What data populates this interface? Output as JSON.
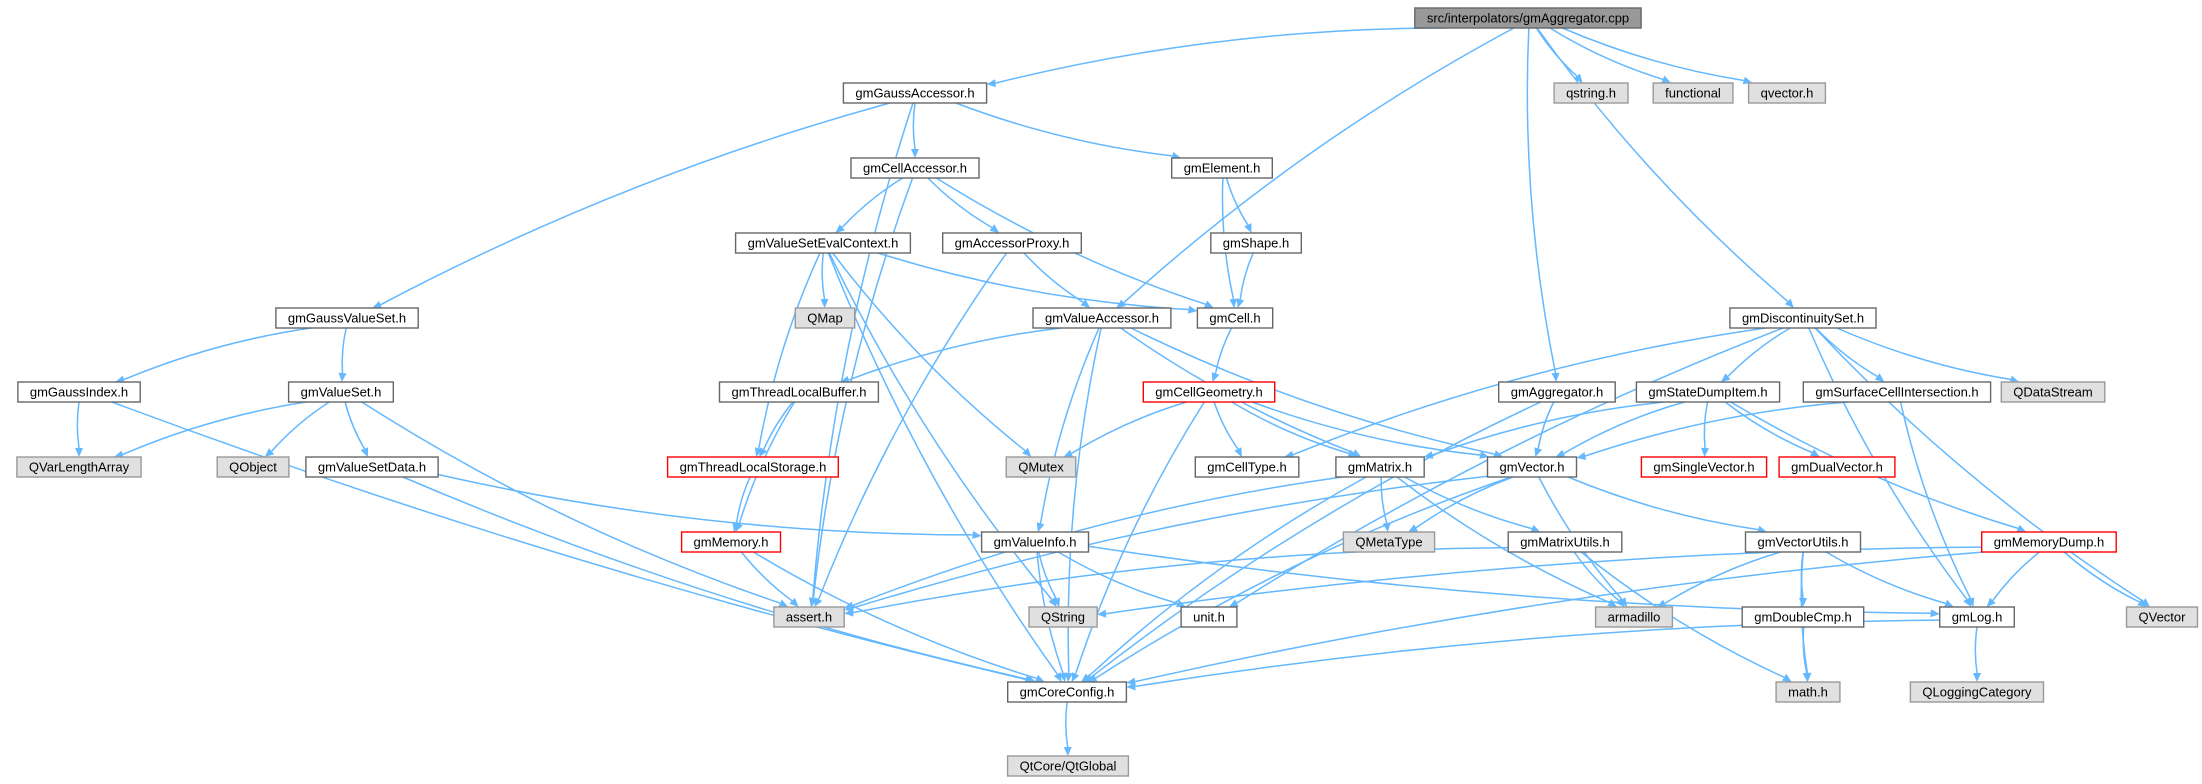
{
  "graph": {
    "kind": "include-dependency-graph",
    "colors": {
      "edge": "#63b8ff",
      "node_fill": "#ffffff",
      "node_border": "#666666",
      "root_fill": "#999999",
      "root_border": "#666666",
      "external_fill": "#e0e0e0",
      "external_border": "#999999",
      "truncated_border": "#ff0000"
    },
    "nodes": [
      {
        "id": "root",
        "label": "src/interpolators/gmAggregator.cpp",
        "kind": "root"
      },
      {
        "id": "gmGaussAccessor",
        "label": "gmGaussAccessor.h",
        "kind": "normal"
      },
      {
        "id": "qstring_h",
        "label": "qstring.h",
        "kind": "external"
      },
      {
        "id": "functional",
        "label": "functional",
        "kind": "external"
      },
      {
        "id": "qvector_h",
        "label": "qvector.h",
        "kind": "external"
      },
      {
        "id": "gmCellAccessor",
        "label": "gmCellAccessor.h",
        "kind": "normal"
      },
      {
        "id": "gmElement",
        "label": "gmElement.h",
        "kind": "normal"
      },
      {
        "id": "gmValueSetEvalContext",
        "label": "gmValueSetEvalContext.h",
        "kind": "normal"
      },
      {
        "id": "gmAccessorProxy",
        "label": "gmAccessorProxy.h",
        "kind": "normal"
      },
      {
        "id": "gmShape",
        "label": "gmShape.h",
        "kind": "normal"
      },
      {
        "id": "gmGaussValueSet",
        "label": "gmGaussValueSet.h",
        "kind": "normal"
      },
      {
        "id": "QMap",
        "label": "QMap",
        "kind": "external"
      },
      {
        "id": "gmValueAccessor",
        "label": "gmValueAccessor.h",
        "kind": "normal"
      },
      {
        "id": "gmCell",
        "label": "gmCell.h",
        "kind": "normal"
      },
      {
        "id": "gmDiscontinuitySet",
        "label": "gmDiscontinuitySet.h",
        "kind": "normal"
      },
      {
        "id": "gmGaussIndex",
        "label": "gmGaussIndex.h",
        "kind": "normal"
      },
      {
        "id": "gmValueSet",
        "label": "gmValueSet.h",
        "kind": "normal"
      },
      {
        "id": "gmThreadLocalBuffer",
        "label": "gmThreadLocalBuffer.h",
        "kind": "normal"
      },
      {
        "id": "gmCellGeometry",
        "label": "gmCellGeometry.h",
        "kind": "truncated"
      },
      {
        "id": "gmAggregator",
        "label": "gmAggregator.h",
        "kind": "normal"
      },
      {
        "id": "gmStateDumpItem",
        "label": "gmStateDumpItem.h",
        "kind": "normal"
      },
      {
        "id": "gmSurfaceCellIntersection",
        "label": "gmSurfaceCellIntersection.h",
        "kind": "normal"
      },
      {
        "id": "QDataStream",
        "label": "QDataStream",
        "kind": "external"
      },
      {
        "id": "QVarLengthArray",
        "label": "QVarLengthArray",
        "kind": "external"
      },
      {
        "id": "QObject",
        "label": "QObject",
        "kind": "external"
      },
      {
        "id": "gmValueSetData",
        "label": "gmValueSetData.h",
        "kind": "normal"
      },
      {
        "id": "gmThreadLocalStorage",
        "label": "gmThreadLocalStorage.h",
        "kind": "truncated"
      },
      {
        "id": "QMutex",
        "label": "QMutex",
        "kind": "external"
      },
      {
        "id": "gmCellType",
        "label": "gmCellType.h",
        "kind": "normal"
      },
      {
        "id": "gmMatrix",
        "label": "gmMatrix.h",
        "kind": "normal"
      },
      {
        "id": "gmVector",
        "label": "gmVector.h",
        "kind": "normal"
      },
      {
        "id": "gmSingleVector",
        "label": "gmSingleVector.h",
        "kind": "truncated"
      },
      {
        "id": "gmDualVector",
        "label": "gmDualVector.h",
        "kind": "truncated"
      },
      {
        "id": "gmMemory",
        "label": "gmMemory.h",
        "kind": "truncated"
      },
      {
        "id": "gmValueInfo",
        "label": "gmValueInfo.h",
        "kind": "normal"
      },
      {
        "id": "QMetaType",
        "label": "QMetaType",
        "kind": "external"
      },
      {
        "id": "gmMatrixUtils",
        "label": "gmMatrixUtils.h",
        "kind": "normal"
      },
      {
        "id": "gmVectorUtils",
        "label": "gmVectorUtils.h",
        "kind": "normal"
      },
      {
        "id": "gmMemoryDump",
        "label": "gmMemoryDump.h",
        "kind": "truncated"
      },
      {
        "id": "assert_h",
        "label": "assert.h",
        "kind": "external"
      },
      {
        "id": "QString",
        "label": "QString",
        "kind": "external"
      },
      {
        "id": "unit_h",
        "label": "unit.h",
        "kind": "normal"
      },
      {
        "id": "armadillo",
        "label": "armadillo",
        "kind": "external"
      },
      {
        "id": "gmDoubleCmp",
        "label": "gmDoubleCmp.h",
        "kind": "normal"
      },
      {
        "id": "gmLog",
        "label": "gmLog.h",
        "kind": "normal"
      },
      {
        "id": "QVector",
        "label": "QVector",
        "kind": "external"
      },
      {
        "id": "gmCoreConfig",
        "label": "gmCoreConfig.h",
        "kind": "normal"
      },
      {
        "id": "math_h",
        "label": "math.h",
        "kind": "external"
      },
      {
        "id": "QLoggingCategory",
        "label": "QLoggingCategory",
        "kind": "external"
      },
      {
        "id": "QtGlobal",
        "label": "QtCore/QtGlobal",
        "kind": "external"
      }
    ],
    "edges": [
      [
        "root",
        "gmGaussAccessor"
      ],
      [
        "root",
        "qstring_h"
      ],
      [
        "root",
        "functional"
      ],
      [
        "root",
        "qvector_h"
      ],
      [
        "root",
        "gmValueAccessor"
      ],
      [
        "root",
        "gmAggregator"
      ],
      [
        "root",
        "gmDiscontinuitySet"
      ],
      [
        "gmGaussAccessor",
        "gmCellAccessor"
      ],
      [
        "gmGaussAccessor",
        "gmElement"
      ],
      [
        "gmGaussAccessor",
        "gmGaussValueSet"
      ],
      [
        "gmGaussAccessor",
        "assert_h"
      ],
      [
        "gmCellAccessor",
        "gmValueSetEvalContext"
      ],
      [
        "gmCellAccessor",
        "gmAccessorProxy"
      ],
      [
        "gmCellAccessor",
        "gmCell"
      ],
      [
        "gmCellAccessor",
        "assert_h"
      ],
      [
        "gmElement",
        "gmShape"
      ],
      [
        "gmElement",
        "gmCell"
      ],
      [
        "gmShape",
        "gmCell"
      ],
      [
        "gmValueSetEvalContext",
        "QMap"
      ],
      [
        "gmValueSetEvalContext",
        "gmCell"
      ],
      [
        "gmValueSetEvalContext",
        "gmThreadLocalStorage"
      ],
      [
        "gmValueSetEvalContext",
        "QMutex"
      ],
      [
        "gmValueSetEvalContext",
        "QString"
      ],
      [
        "gmValueSetEvalContext",
        "gmCoreConfig"
      ],
      [
        "gmAccessorProxy",
        "gmValueAccessor"
      ],
      [
        "gmAccessorProxy",
        "assert_h"
      ],
      [
        "gmGaussValueSet",
        "gmGaussIndex"
      ],
      [
        "gmGaussValueSet",
        "gmValueSet"
      ],
      [
        "gmGaussIndex",
        "QVarLengthArray"
      ],
      [
        "gmGaussIndex",
        "gmCoreConfig"
      ],
      [
        "gmValueSet",
        "QVarLengthArray"
      ],
      [
        "gmValueSet",
        "QObject"
      ],
      [
        "gmValueSet",
        "gmValueSetData"
      ],
      [
        "gmValueSet",
        "assert_h"
      ],
      [
        "gmValueSetData",
        "gmValueInfo"
      ],
      [
        "gmValueSetData",
        "gmCoreConfig"
      ],
      [
        "gmValueAccessor",
        "gmThreadLocalBuffer"
      ],
      [
        "gmValueAccessor",
        "gmValueInfo"
      ],
      [
        "gmValueAccessor",
        "gmMatrix"
      ],
      [
        "gmValueAccessor",
        "gmVector"
      ],
      [
        "gmValueAccessor",
        "gmCoreConfig"
      ],
      [
        "gmCell",
        "gmCellGeometry"
      ],
      [
        "gmThreadLocalBuffer",
        "gmThreadLocalStorage"
      ],
      [
        "gmThreadLocalBuffer",
        "gmMemory"
      ],
      [
        "gmThreadLocalStorage",
        "gmMemory"
      ],
      [
        "gmMemory",
        "assert_h"
      ],
      [
        "gmMemory",
        "gmCoreConfig"
      ],
      [
        "gmCellGeometry",
        "QMutex"
      ],
      [
        "gmCellGeometry",
        "gmCellType"
      ],
      [
        "gmCellGeometry",
        "gmMatrix"
      ],
      [
        "gmCellGeometry",
        "gmVector"
      ],
      [
        "gmCellGeometry",
        "gmCoreConfig"
      ],
      [
        "gmAggregator",
        "gmVector"
      ],
      [
        "gmAggregator",
        "gmCoreConfig"
      ],
      [
        "gmDiscontinuitySet",
        "gmCellType"
      ],
      [
        "gmDiscontinuitySet",
        "gmStateDumpItem"
      ],
      [
        "gmDiscontinuitySet",
        "gmSurfaceCellIntersection"
      ],
      [
        "gmDiscontinuitySet",
        "QDataStream"
      ],
      [
        "gmDiscontinuitySet",
        "QVector"
      ],
      [
        "gmDiscontinuitySet",
        "gmLog"
      ],
      [
        "gmDiscontinuitySet",
        "unit_h"
      ],
      [
        "gmStateDumpItem",
        "gmMatrix"
      ],
      [
        "gmStateDumpItem",
        "gmVector"
      ],
      [
        "gmStateDumpItem",
        "gmSingleVector"
      ],
      [
        "gmStateDumpItem",
        "gmDualVector"
      ],
      [
        "gmStateDumpItem",
        "gmMemoryDump"
      ],
      [
        "gmSurfaceCellIntersection",
        "gmVector"
      ],
      [
        "gmSurfaceCellIntersection",
        "gmLog"
      ],
      [
        "gmMatrix",
        "QMetaType"
      ],
      [
        "gmMatrix",
        "gmMatrixUtils"
      ],
      [
        "gmMatrix",
        "armadillo"
      ],
      [
        "gmMatrix",
        "assert_h"
      ],
      [
        "gmMatrix",
        "gmCoreConfig"
      ],
      [
        "gmVector",
        "QMetaType"
      ],
      [
        "gmVector",
        "gmVectorUtils"
      ],
      [
        "gmVector",
        "armadillo"
      ],
      [
        "gmVector",
        "assert_h"
      ],
      [
        "gmVector",
        "gmCoreConfig"
      ],
      [
        "gmValueInfo",
        "QString"
      ],
      [
        "gmValueInfo",
        "unit_h"
      ],
      [
        "gmValueInfo",
        "gmLog"
      ],
      [
        "gmValueInfo",
        "gmCoreConfig"
      ],
      [
        "gmMatrixUtils",
        "armadillo"
      ],
      [
        "gmMatrixUtils",
        "math_h"
      ],
      [
        "gmMatrixUtils",
        "assert_h"
      ],
      [
        "gmVectorUtils",
        "armadillo"
      ],
      [
        "gmVectorUtils",
        "gmDoubleCmp"
      ],
      [
        "gmVectorUtils",
        "math_h"
      ],
      [
        "gmVectorUtils",
        "gmLog"
      ],
      [
        "gmMemoryDump",
        "gmLog"
      ],
      [
        "gmMemoryDump",
        "QVector"
      ],
      [
        "gmMemoryDump",
        "QString"
      ],
      [
        "gmMemoryDump",
        "gmCoreConfig"
      ],
      [
        "gmDoubleCmp",
        "math_h"
      ],
      [
        "gmLog",
        "QLoggingCategory"
      ],
      [
        "gmLog",
        "gmCoreConfig"
      ],
      [
        "gmCoreConfig",
        "QtGlobal"
      ]
    ]
  }
}
